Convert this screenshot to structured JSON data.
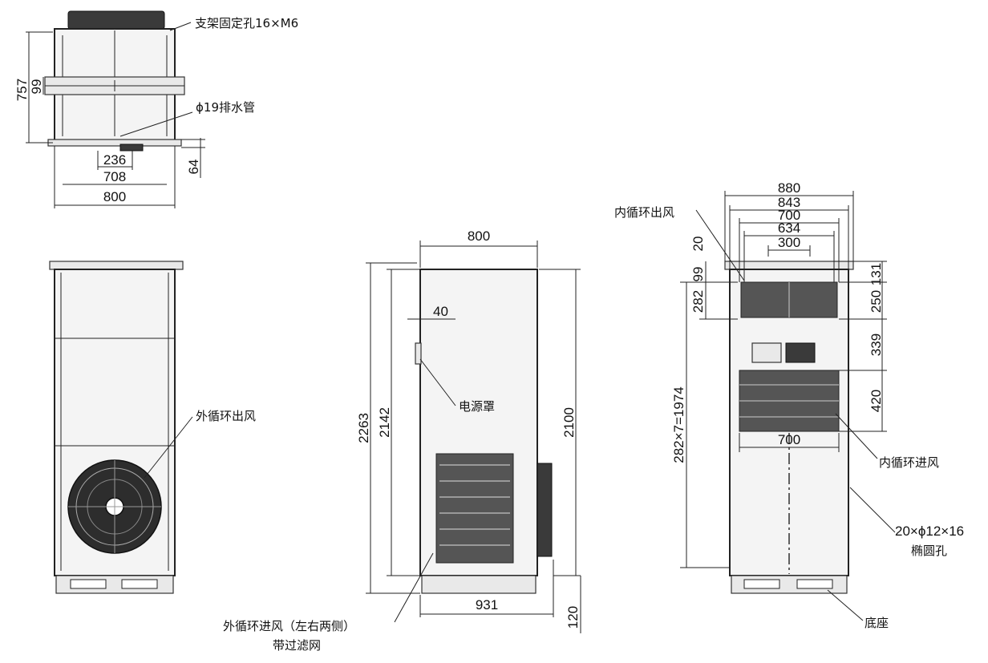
{
  "top_view": {
    "label_bracket_holes": "支架固定孔16×M6",
    "label_drain": "ϕ19排水管",
    "dim_757": "757",
    "dim_99": "99",
    "dim_236": "236",
    "dim_708": "708",
    "dim_800": "800",
    "dim_64": "64"
  },
  "rear_view": {
    "label_outer_outlet": "外循环出风"
  },
  "side_view": {
    "dim_800": "800",
    "dim_40": "40",
    "dim_2263": "2263",
    "dim_2142": "2142",
    "dim_2100": "2100",
    "dim_931": "931",
    "dim_120": "120",
    "label_power_cover": "电源罩",
    "label_outer_inlet_line1": "外循环进风（左右两侧）",
    "label_outer_inlet_line2": "带过滤网"
  },
  "front_view": {
    "dim_880": "880",
    "dim_843": "843",
    "dim_700_top": "700",
    "dim_634": "634",
    "dim_300": "300",
    "dim_20": "20",
    "dim_99": "99",
    "dim_131": "131",
    "dim_282": "282",
    "dim_250": "250",
    "dim_339": "339",
    "dim_420": "420",
    "dim_700_mid": "700",
    "dim_pitch": "282×7=1974",
    "label_inner_outlet": "内循环出风",
    "label_inner_inlet": "内循环进风",
    "label_slots_line1": "20×ϕ12×16",
    "label_slots_line2": "椭圆孔",
    "label_base": "底座"
  }
}
